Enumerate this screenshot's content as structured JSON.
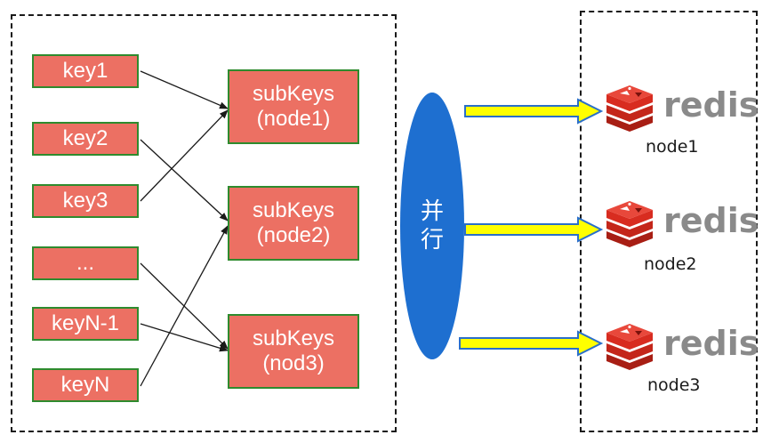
{
  "keys": [
    "key1",
    "key2",
    "key3",
    "...",
    "keyN-1",
    "keyN"
  ],
  "subkeys": [
    {
      "line1": "subKeys",
      "line2": "(node1)"
    },
    {
      "line1": "subKeys",
      "line2": "(node2)"
    },
    {
      "line1": "subKeys",
      "line2": "(nod3)"
    }
  ],
  "parallel": {
    "char1": "并",
    "char2": "行"
  },
  "redis": [
    {
      "brand": "redis",
      "node": "node1"
    },
    {
      "brand": "redis",
      "node": "node2"
    },
    {
      "brand": "redis",
      "node": "node3"
    }
  ],
  "colors": {
    "box_fill": "#ec7063",
    "box_border": "#2e8b2e",
    "oval": "#1e6fd0",
    "arrow_fill": "#ffff00",
    "arrow_stroke": "#2a6fc9",
    "redis_red": "#d82c20"
  },
  "edges": [
    {
      "from": "key1",
      "to": "subKeys (node1)"
    },
    {
      "from": "key2",
      "to": "subKeys (node2)"
    },
    {
      "from": "key3",
      "to": "subKeys (node1)"
    },
    {
      "from": "...",
      "to": "subKeys (nod3)"
    },
    {
      "from": "keyN-1",
      "to": "subKeys (nod3)"
    },
    {
      "from": "keyN",
      "to": "subKeys (node2)"
    }
  ]
}
